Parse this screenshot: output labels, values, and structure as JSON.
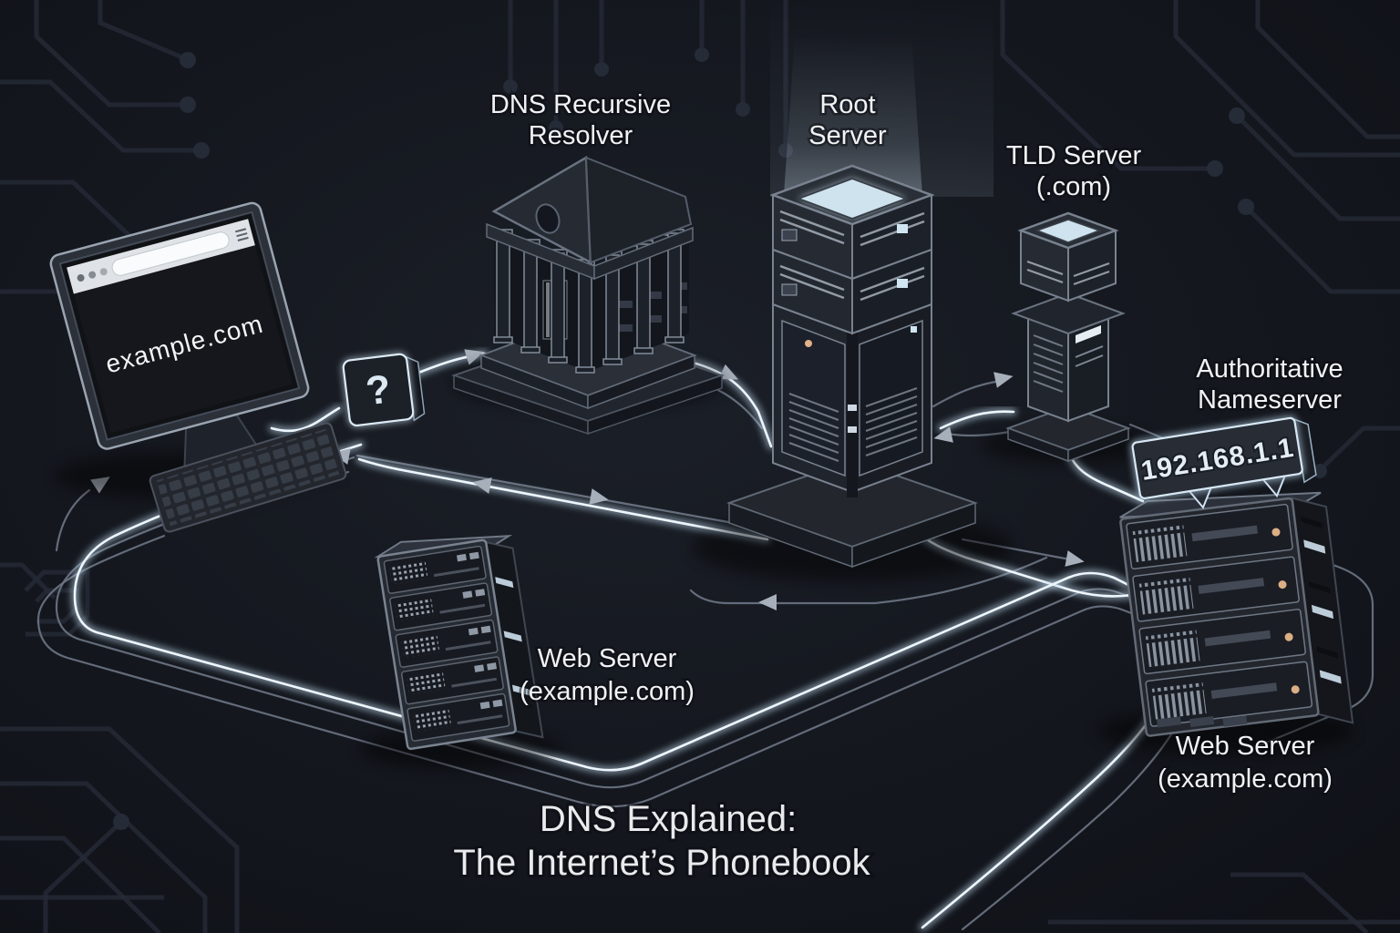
{
  "title": {
    "line1": "DNS Explained:",
    "line2": "The Internet’s Phonebook"
  },
  "client": {
    "browser_url": "example.com",
    "query_symbol": "?"
  },
  "nodes": {
    "resolver": {
      "label_line1": "DNS Recursive",
      "label_line2": "Resolver"
    },
    "root_server": {
      "label_line1": "Root",
      "label_line2": "Server"
    },
    "tld_server": {
      "label_line1": "TLD Server",
      "label_line2": "(.com)"
    },
    "authoritative": {
      "label_line1": "Authoritative",
      "label_line2": "Nameserver",
      "ip_address": "192.168.1.1"
    },
    "web_server_left": {
      "label_line1": "Web Server",
      "label_line2": "(example.com)"
    },
    "web_server_right": {
      "label_line1": "Web Server",
      "label_line2": "(example.com)"
    }
  },
  "colors": {
    "background": "#14171e",
    "glow_line": "#eef6fd",
    "trace_line": "#6d7684",
    "label_text": "#f1f2f4",
    "screen_accent": "#cfe3ee"
  }
}
